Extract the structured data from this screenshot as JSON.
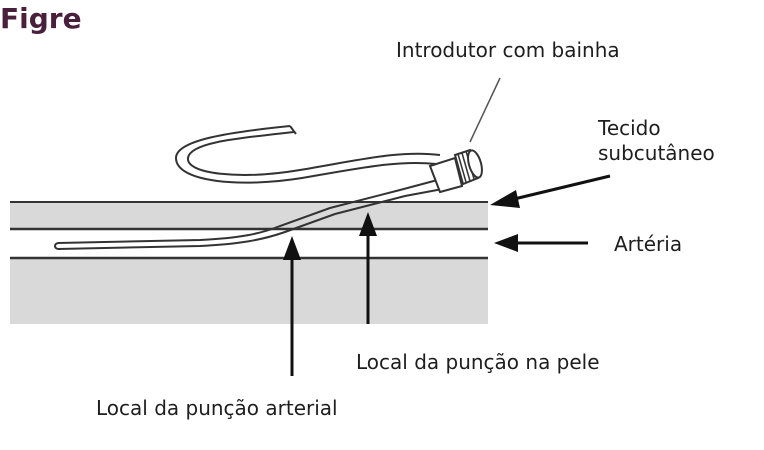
{
  "title": "Figre",
  "labels": {
    "introducer": "Introdutor com bainha",
    "tissue_line1": "Tecido",
    "tissue_line2": "subcutâneo",
    "artery": "Artéria",
    "skin_puncture": "Local da punção na pele",
    "arterial_puncture": "Local da punção arterial"
  },
  "colors": {
    "title": "#4a1f3c",
    "layer_fill": "#d9d9d9",
    "line": "#333333"
  }
}
